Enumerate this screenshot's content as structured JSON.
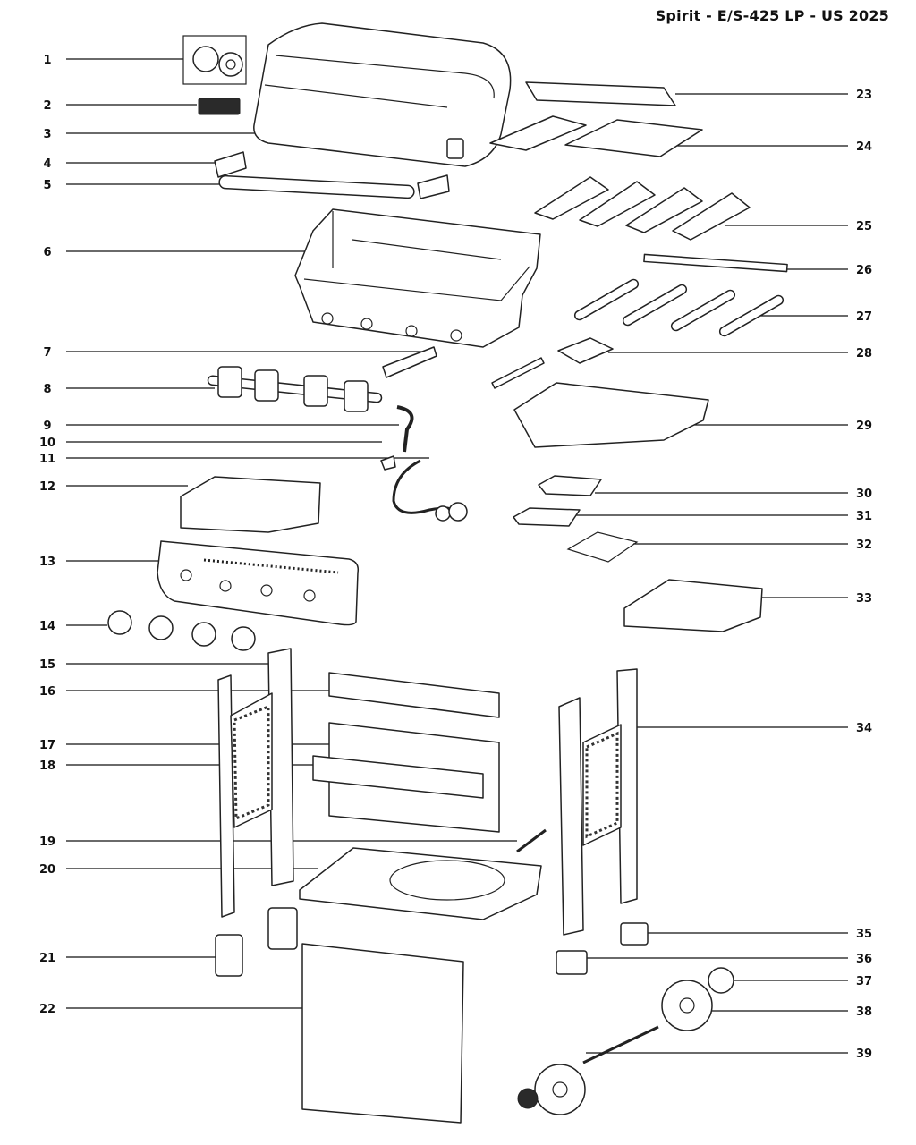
{
  "title": "Spirit - E/S-425 LP - US 2025",
  "callouts": [
    {
      "n": "1",
      "side": "left"
    },
    {
      "n": "2",
      "side": "left"
    },
    {
      "n": "3",
      "side": "left"
    },
    {
      "n": "4",
      "side": "left"
    },
    {
      "n": "5",
      "side": "left"
    },
    {
      "n": "6",
      "side": "left"
    },
    {
      "n": "7",
      "side": "left"
    },
    {
      "n": "8",
      "side": "left"
    },
    {
      "n": "9",
      "side": "left"
    },
    {
      "n": "10",
      "side": "left"
    },
    {
      "n": "11",
      "side": "left"
    },
    {
      "n": "12",
      "side": "left"
    },
    {
      "n": "13",
      "side": "left"
    },
    {
      "n": "14",
      "side": "left"
    },
    {
      "n": "15",
      "side": "left"
    },
    {
      "n": "16",
      "side": "left"
    },
    {
      "n": "17",
      "side": "left"
    },
    {
      "n": "18",
      "side": "left"
    },
    {
      "n": "19",
      "side": "left"
    },
    {
      "n": "20",
      "side": "left"
    },
    {
      "n": "21",
      "side": "left"
    },
    {
      "n": "22",
      "side": "left"
    },
    {
      "n": "23",
      "side": "right"
    },
    {
      "n": "24",
      "side": "right"
    },
    {
      "n": "25",
      "side": "right"
    },
    {
      "n": "26",
      "side": "right"
    },
    {
      "n": "27",
      "side": "right"
    },
    {
      "n": "28",
      "side": "right"
    },
    {
      "n": "29",
      "side": "right"
    },
    {
      "n": "30",
      "side": "right"
    },
    {
      "n": "31",
      "side": "right"
    },
    {
      "n": "32",
      "side": "right"
    },
    {
      "n": "33",
      "side": "right"
    },
    {
      "n": "34",
      "side": "right"
    },
    {
      "n": "35",
      "side": "right"
    },
    {
      "n": "36",
      "side": "right"
    },
    {
      "n": "37",
      "side": "right"
    },
    {
      "n": "38",
      "side": "right"
    },
    {
      "n": "39",
      "side": "right"
    }
  ]
}
